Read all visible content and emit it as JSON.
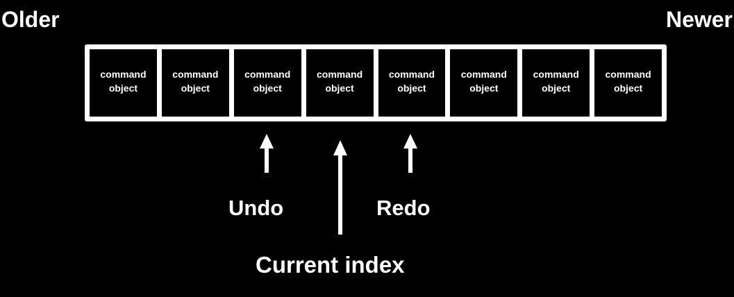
{
  "labels": {
    "older": "Older",
    "newer": "Newer",
    "undo": "Undo",
    "redo": "Redo",
    "current_index": "Current index"
  },
  "stack": {
    "cells": [
      {
        "line1": "command",
        "line2": "object"
      },
      {
        "line1": "command",
        "line2": "object"
      },
      {
        "line1": "command",
        "line2": "object"
      },
      {
        "line1": "command",
        "line2": "object"
      },
      {
        "line1": "command",
        "line2": "object"
      },
      {
        "line1": "command",
        "line2": "object"
      },
      {
        "line1": "command",
        "line2": "object"
      },
      {
        "line1": "command",
        "line2": "object"
      }
    ]
  },
  "colors": {
    "background": "#000000",
    "foreground": "#ffffff"
  },
  "icons": [
    "undo-arrow-icon",
    "current-index-arrow-icon",
    "redo-arrow-icon"
  ]
}
